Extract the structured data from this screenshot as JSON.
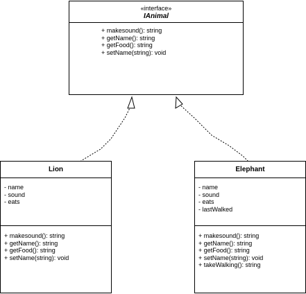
{
  "interface": {
    "stereotype": "«interface»",
    "name": "IAnimal",
    "methods": [
      "+ makesound(): string",
      "+ getName(): string",
      "+ getFood(): string",
      "+ setName(string): void"
    ]
  },
  "lion": {
    "name": "Lion",
    "attributes": [
      "- name",
      "- sound",
      "- eats"
    ],
    "methods": [
      "+ makesound(): string",
      "+ getName(): string",
      "+ getFood(): string",
      "+ setName(string): void"
    ]
  },
  "elephant": {
    "name": "Elephant",
    "attributes": [
      "- name",
      "- sound",
      "- eats",
      "- lastWalked"
    ],
    "methods": [
      "+ makesound(): string",
      "+ getName(): string",
      "+ getFood(): string",
      "+ setName(string): void",
      "+ takeWalking(): string"
    ]
  },
  "relations": [
    {
      "from": "Lion",
      "to": "IAnimal",
      "type": "realization"
    },
    {
      "from": "Elephant",
      "to": "IAnimal",
      "type": "realization"
    }
  ]
}
